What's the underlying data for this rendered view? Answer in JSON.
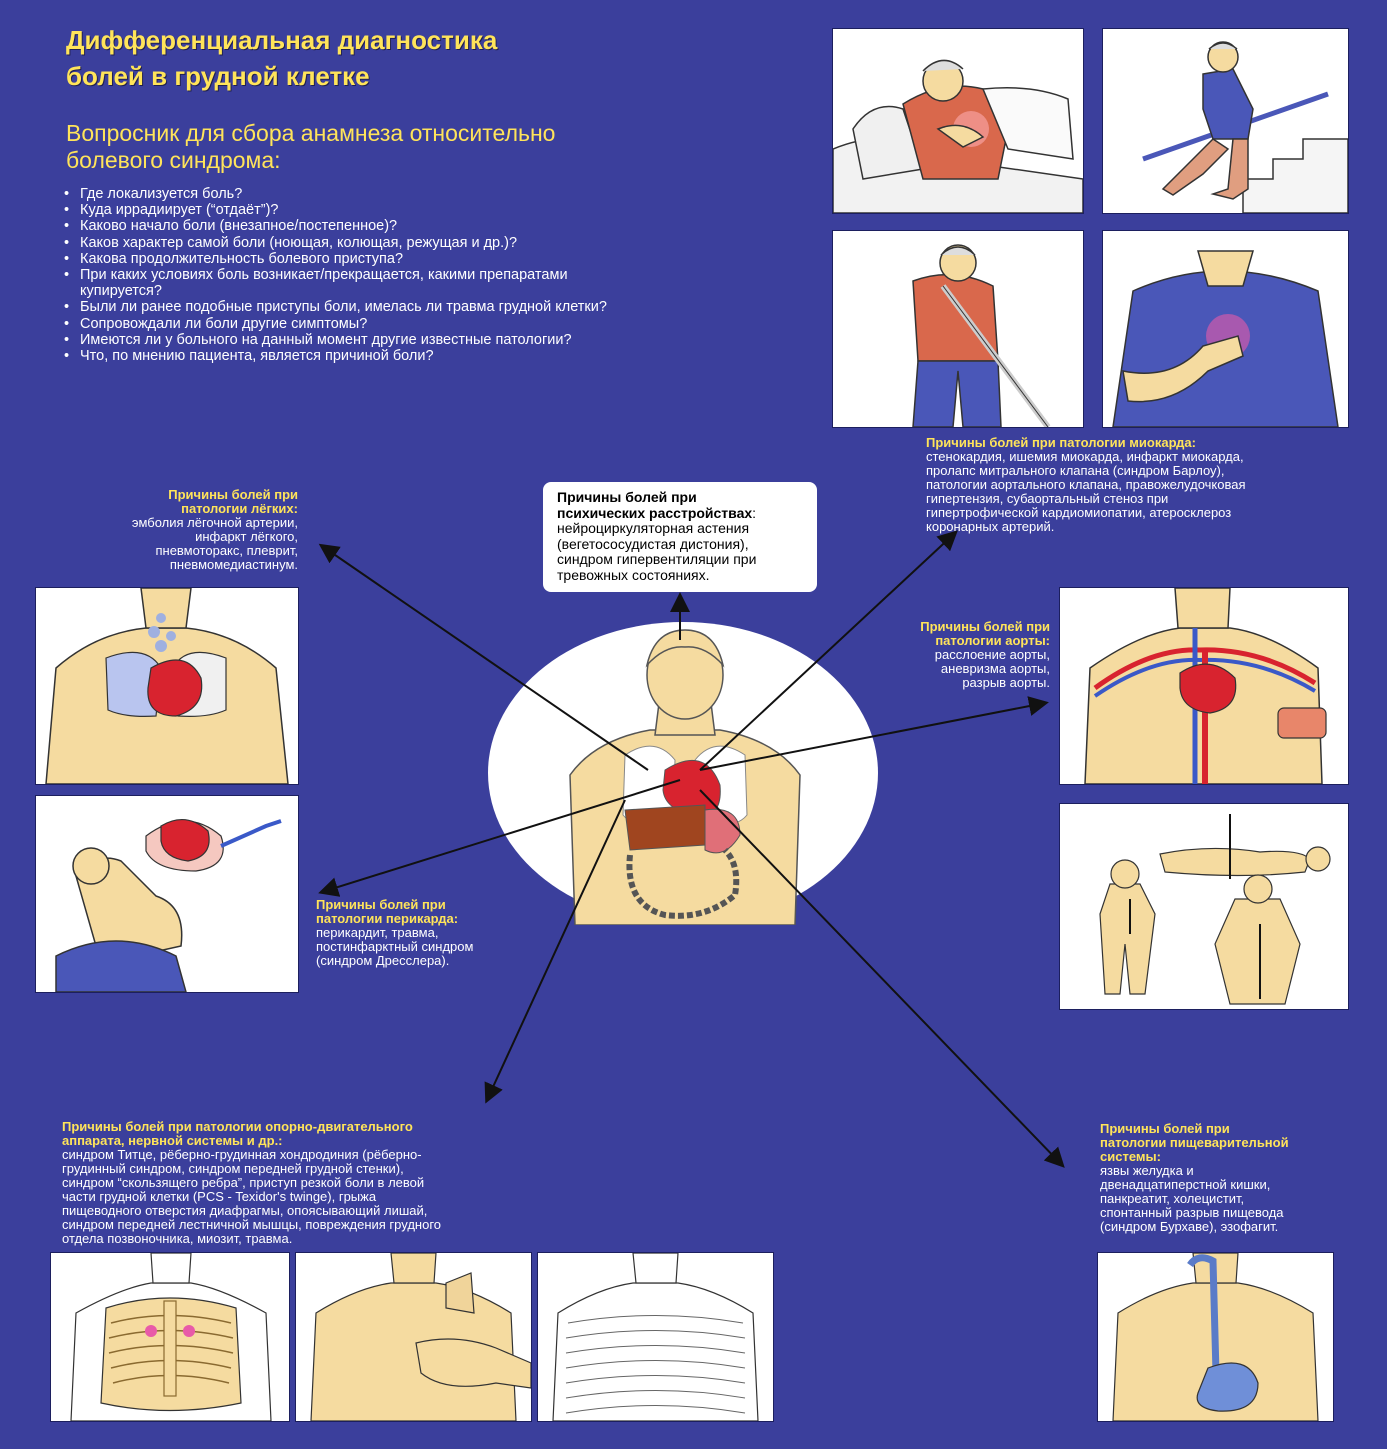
{
  "header": {
    "title_line1": "Дифференциальная диагностика",
    "title_line2": "болей в грудной клетке",
    "subtitle_line1": "Вопросник для сбора анамнеза относительно",
    "subtitle_line2": "болевого синдрома:"
  },
  "questions": [
    "Где локализуется боль?",
    "Куда иррадиирует (“отдаёт”)?",
    "Каково начало боли (внезапное/постепенное)?",
    "Каков характер самой боли (ноющая, колющая, режущая и др.)?",
    "Какова продолжительность болевого приступа?",
    "При каких условиях боль возникает/прекращается, какими препаратами купируется?",
    "Были ли ранее подобные приступы боли, имелась ли травма грудной клетки?",
    "Сопровождали ли боли другие симптомы?",
    "Имеются ли у больного на данный момент другие известные патологии?",
    "Что, по мнению пациента, является причиной боли?"
  ],
  "causes": {
    "psychic": {
      "heading_line1": "Причины болей при",
      "heading_line2": "психических расстройствах",
      "body": "нейроциркуляторная астения (вегетососудистая дистония), синдром гипервентиляции при тревожных состояниях."
    },
    "lungs": {
      "heading_line1": "Причины болей при",
      "heading_line2": "патологии лёгких:",
      "body_lines": [
        "эмболия лёгочной артерии,",
        "инфаркт лёгкого,",
        "пневмоторакс, плеврит,",
        "пневмомедиастинум."
      ]
    },
    "myocard": {
      "heading": "Причины болей при патологии миокарда:",
      "body_lines": [
        "стенокардия, ишемия миокарда, инфаркт миокарда,",
        "пролапс митрального клапана (синдром Барлоу),",
        "патологии аортального клапана, правожелудочковая",
        "гипертензия, субаортальный стеноз при",
        "гипертрофической кардиомиопатии, атеросклероз",
        "коронарных артерий."
      ]
    },
    "aorta": {
      "heading_line1": "Причины болей при",
      "heading_line2": "патологии аорты:",
      "body_lines": [
        "расслоение аорты,",
        "аневризма аорты,",
        "разрыв аорты."
      ]
    },
    "pericard": {
      "heading_line1": "Причины болей при",
      "heading_line2": "патологии перикарда:",
      "body_lines": [
        "перикардит, травма,",
        "постинфарктный синдром",
        "(синдром Дресслера)."
      ]
    },
    "musculo": {
      "heading_line1": "Причины болей при патологии опорно-двигательного",
      "heading_line2": "аппарата, нервной системы и др.:",
      "body_lines": [
        "синдром Титце, рёберно-грудинная хондродиния (рёберно-",
        "грудинный синдром, синдром передней грудной стенки),",
        "синдром “скользящего ребра”, приступ резкой боли в левой",
        "части грудной клетки (PCS - Texidor's twinge), грыжа",
        "пищеводного отверстия диафрагмы, опоясывающий лишай,",
        "синдром передней лестничной мышцы, повреждения грудного",
        "отдела позвоночника, миозит, травма."
      ]
    },
    "digestive": {
      "heading_line1": "Причины болей при",
      "heading_line2": "патологии пищеварительной",
      "heading_line3": "системы:",
      "body_lines": [
        "язвы желудка и",
        "двенадцатиперстной кишки,",
        "панкреатит, холецистит,",
        "спонтанный разрыв пищевода",
        "(синдром Бурхаве), эзофагит."
      ]
    }
  },
  "colors": {
    "background": "#3b3f9c",
    "heading_yellow": "#ffe45a",
    "heart_red": "#d8232f",
    "skin": "#f5dba0",
    "shirt_red": "#d9684c",
    "shirt_blue": "#4a57b8"
  }
}
